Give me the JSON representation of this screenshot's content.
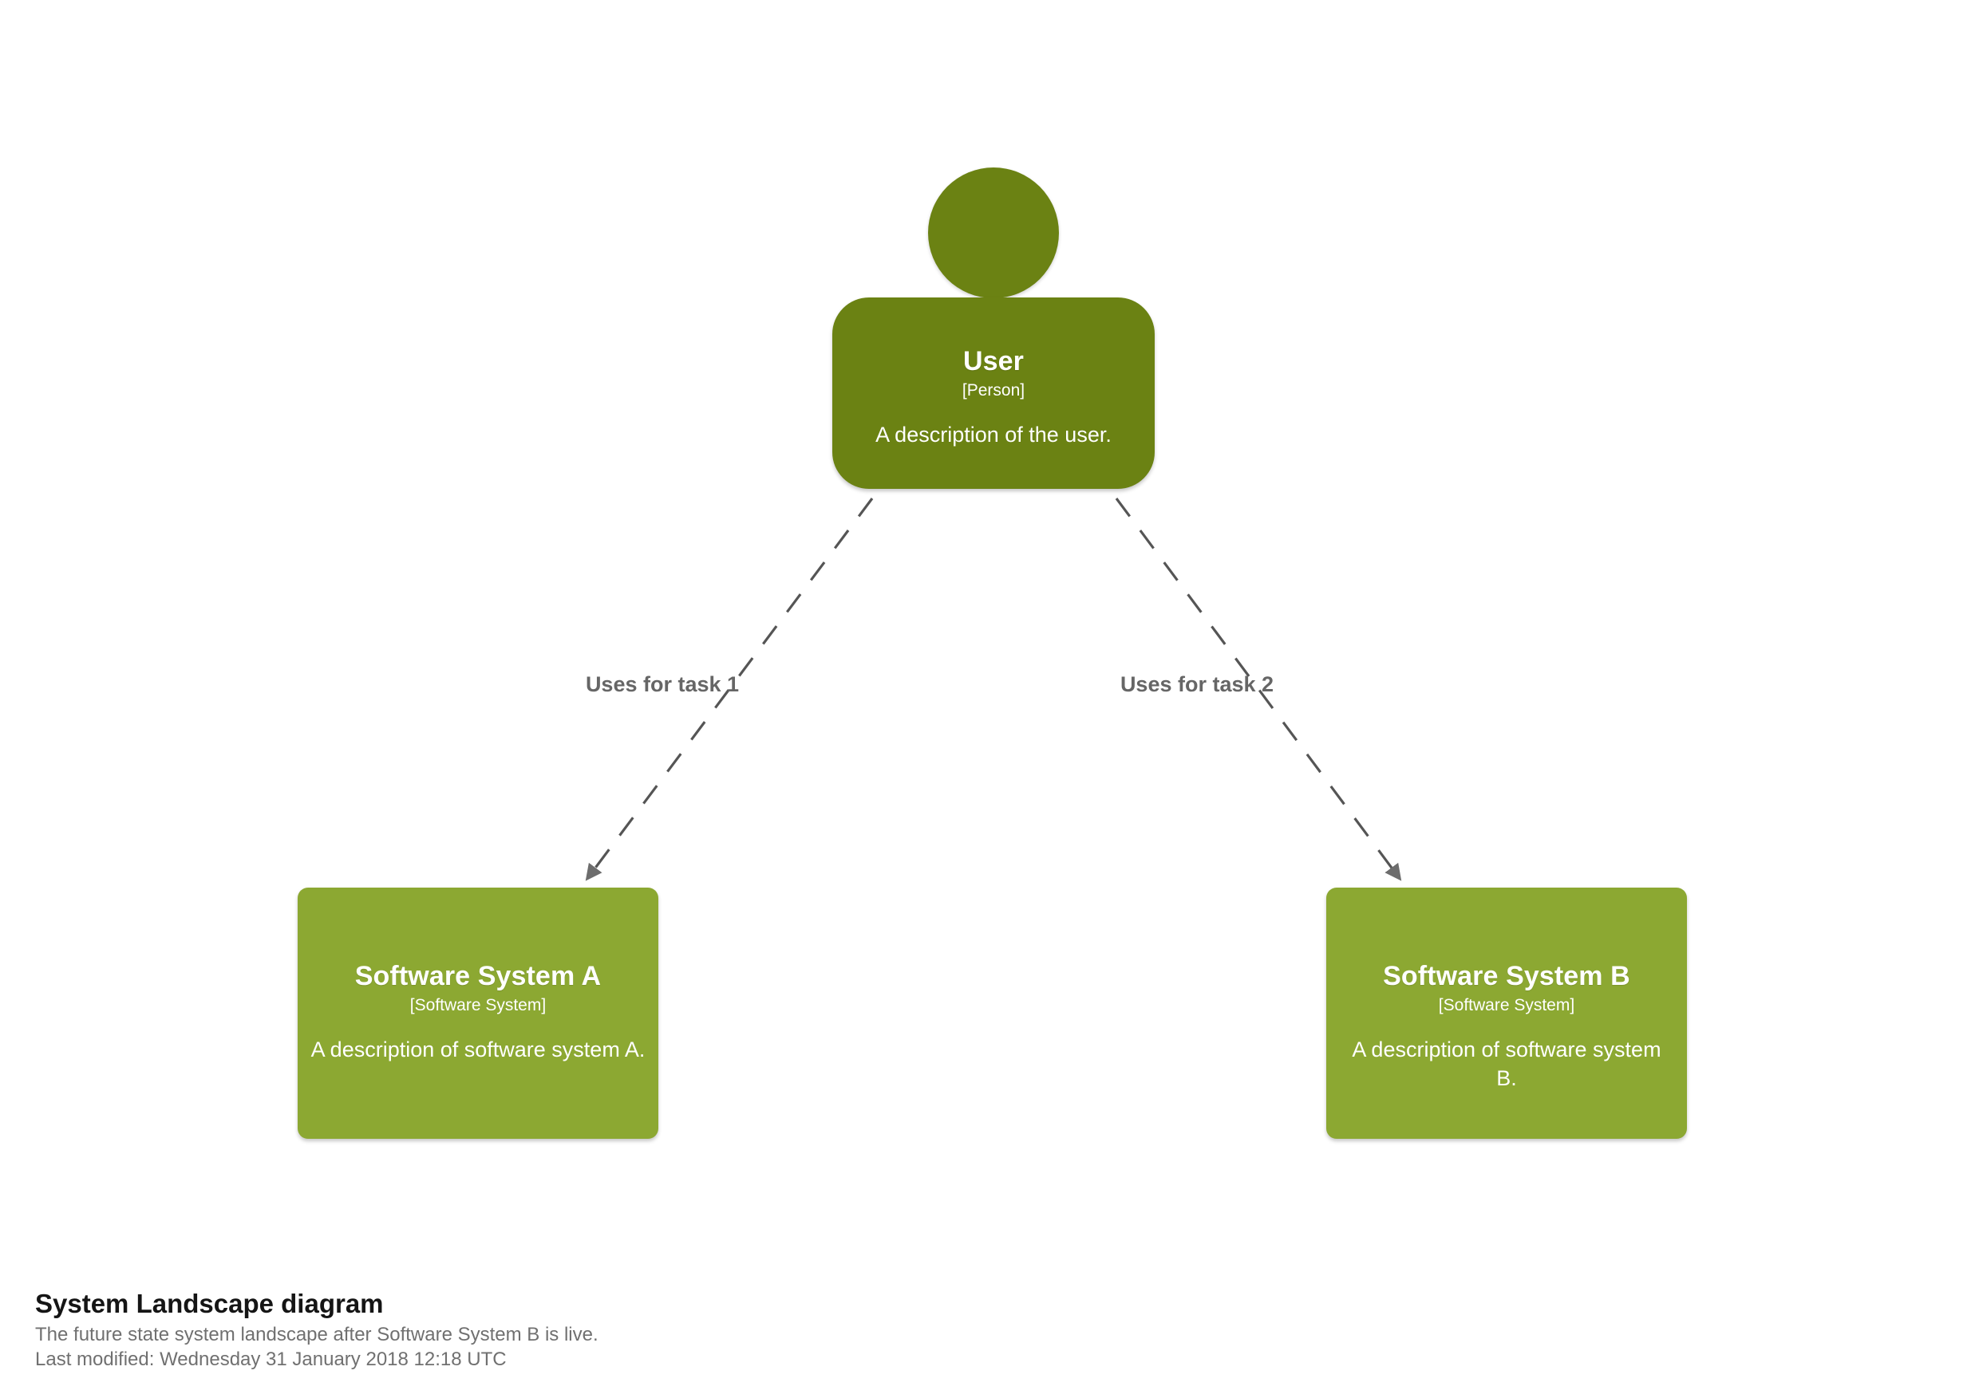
{
  "diagram": {
    "kind": "c4-system-landscape",
    "background": "#ffffff",
    "person_color": "#6b8213",
    "system_color": "#8ca832",
    "edge_color": "#555555",
    "label_color": "#666666"
  },
  "nodes": {
    "user": {
      "name": "User",
      "type": "[Person]",
      "description": "A description of the user."
    },
    "system_a": {
      "name": "Software System A",
      "type": "[Software System]",
      "description": "A description of software system A."
    },
    "system_b": {
      "name": "Software System B",
      "type": "[Software System]",
      "description": "A description of software system B."
    }
  },
  "relationships": [
    {
      "id": "rel-1",
      "from": "user",
      "to": "system_a",
      "label": "Uses for task 1"
    },
    {
      "id": "rel-2",
      "from": "user",
      "to": "system_b",
      "label": "Uses for task 2"
    }
  ],
  "footer": {
    "title": "System Landscape diagram",
    "description": "The future state system landscape after Software System B is live.",
    "last_modified": "Last modified: Wednesday 31 January 2018 12:18 UTC"
  }
}
